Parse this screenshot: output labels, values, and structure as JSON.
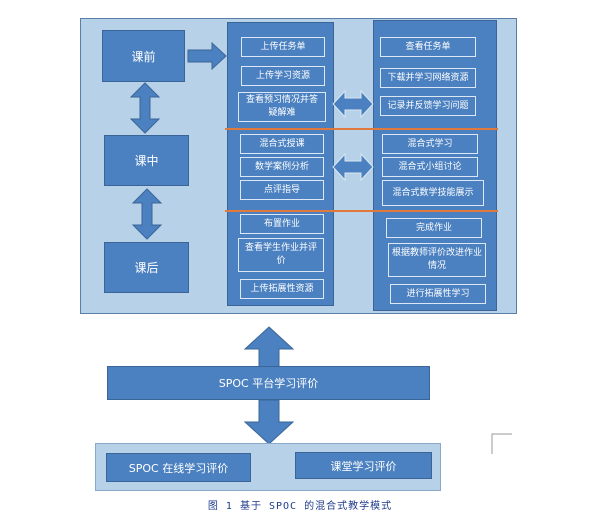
{
  "stages": {
    "pre_class": "课前",
    "in_class": "课中",
    "post_class": "课后"
  },
  "teacher_pre": [
    "上传任务单",
    "上传学习资源",
    "查看预习情况并答疑解难"
  ],
  "student_pre": [
    "查看任务单",
    "下载并学习网络资源",
    "记录并反馈学习问题"
  ],
  "teacher_in": [
    "混合式授课",
    "数学案例分析",
    "点评指导"
  ],
  "student_in": [
    "混合式学习",
    "混合式小组讨论",
    "混合式数学技能展示"
  ],
  "teacher_post": [
    "布置作业",
    "查看学生作业并评价",
    "上传拓展性资源"
  ],
  "student_post": [
    "完成作业",
    "根据教师评价改进作业情况",
    "进行拓展性学习"
  ],
  "platform_eval": "SPOC 平台学习评价",
  "online_eval": "SPOC 在线学习评价",
  "classroom_eval": "课堂学习评价",
  "caption": "图 1 基于 SPOC 的混合式教学模式",
  "colors": {
    "box": "#4b81c0",
    "panel": "#b7d1e8",
    "separator": "#e07a3c"
  }
}
